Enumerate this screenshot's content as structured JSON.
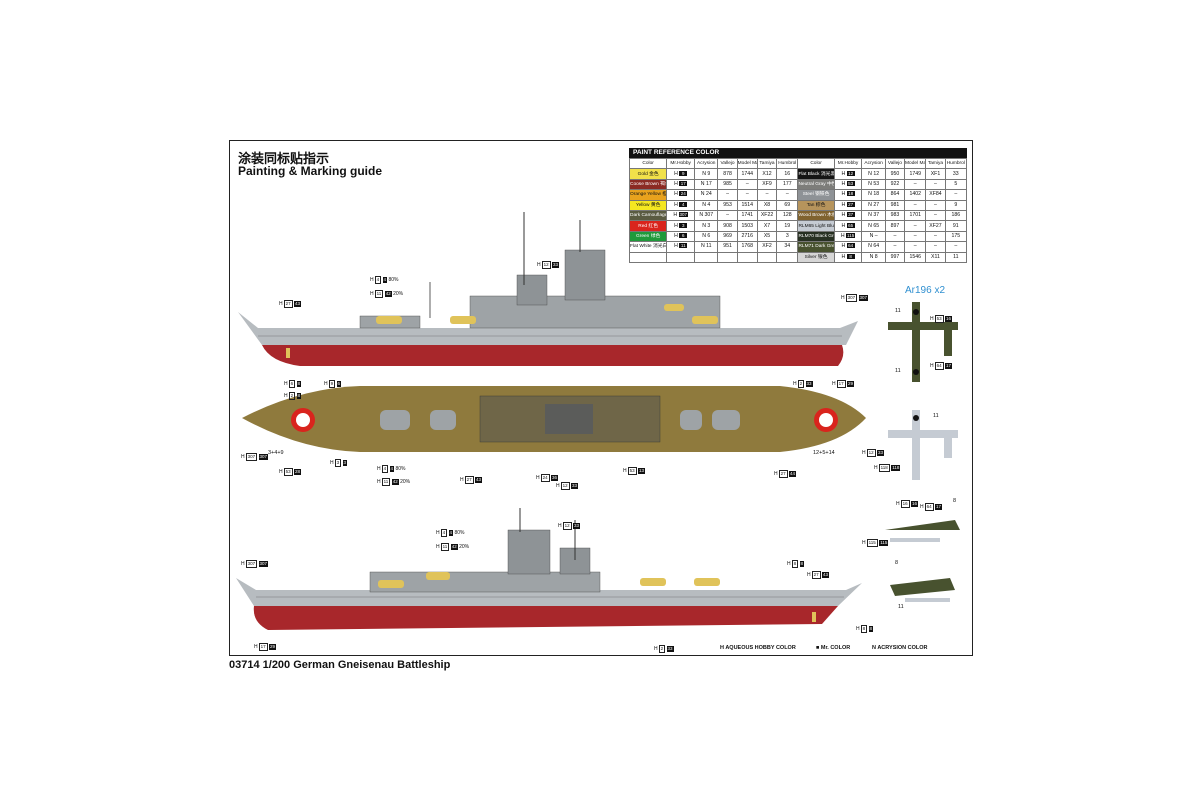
{
  "header": {
    "title_cn": "涂装同标贴指示",
    "title_en": "Painting & Marking guide"
  },
  "footer": {
    "caption": "03714 1/200 German Gneisenau Battleship"
  },
  "aircraft": {
    "label": "Ar196 x2"
  },
  "paint_table": {
    "title": "PAINT  REFERENCE COLOR",
    "columns": [
      "Color",
      "Mr.Hobby",
      "Acrysion",
      "Vallejo",
      "Model Master",
      "Tamiya",
      "Humbrol"
    ],
    "left": [
      {
        "name": "Gold",
        "cn": "金色",
        "color": "#f1e14a",
        "text": "#111",
        "h": "9",
        "n": "9",
        "vallejo": "878",
        "mm": "1744",
        "tamiya": "X12",
        "humbrol": "16"
      },
      {
        "name": "Coose Brown",
        "cn": "褐色色",
        "color": "#8b2a23",
        "text": "#fff",
        "h": "17",
        "n": "17",
        "vallejo": "985",
        "mm": "–",
        "tamiya": "XF9",
        "humbrol": "177"
      },
      {
        "name": "Orange Yellow",
        "cn": "橙黄色",
        "color": "#e8a21d",
        "text": "#111",
        "h": "24",
        "n": "24",
        "vallejo": "–",
        "mm": "–",
        "tamiya": "–",
        "humbrol": "–"
      },
      {
        "name": "Yellow",
        "cn": "黄色",
        "color": "#f4e721",
        "text": "#111",
        "h": "4",
        "n": "4",
        "vallejo": "953",
        "mm": "1514",
        "tamiya": "X8",
        "humbrol": "69"
      },
      {
        "name": "Dark Camouflage Olive Grey",
        "cn": "暗迷彩灰",
        "color": "#5a5b41",
        "text": "#fff",
        "h": "307",
        "n": "307",
        "vallejo": "–",
        "mm": "1741",
        "tamiya": "XF22",
        "humbrol": "128"
      },
      {
        "name": "Red",
        "cn": "红色",
        "color": "#d9241d",
        "text": "#fff",
        "h": "3",
        "n": "3",
        "vallejo": "908",
        "mm": "1503",
        "tamiya": "X7",
        "humbrol": "19"
      },
      {
        "name": "Green",
        "cn": "绿色",
        "color": "#1f9a3b",
        "text": "#fff",
        "h": "6",
        "n": "6",
        "vallejo": "969",
        "mm": "2716",
        "tamiya": "X5",
        "humbrol": "3"
      },
      {
        "name": "Flat White",
        "cn": "消光白",
        "color": "#ffffff",
        "text": "#111",
        "h": "11",
        "n": "11",
        "vallejo": "951",
        "mm": "1768",
        "tamiya": "XF2",
        "humbrol": "34"
      }
    ],
    "right": [
      {
        "name": "Flat Black",
        "cn": "消光黑",
        "color": "#151515",
        "text": "#fff",
        "h": "12",
        "n": "12",
        "vallejo": "950",
        "mm": "1749",
        "tamiya": "XF1",
        "humbrol": "33"
      },
      {
        "name": "Neutral Gray",
        "cn": "中性灰",
        "color": "#7d7d7a",
        "text": "#fff",
        "h": "53",
        "n": "53",
        "vallejo": "922",
        "mm": "–",
        "tamiya": "–",
        "humbrol": "5"
      },
      {
        "name": "Steel",
        "cn": "钢铁色",
        "color": "#8e9296",
        "text": "#fff",
        "h": "18",
        "n": "18",
        "vallejo": "864",
        "mm": "1402",
        "tamiya": "XF84",
        "humbrol": "–"
      },
      {
        "name": "Tan",
        "cn": "棕色",
        "color": "#b6945c",
        "text": "#111",
        "h": "27",
        "n": "27",
        "vallejo": "981",
        "mm": "–",
        "tamiya": "–",
        "humbrol": "9"
      },
      {
        "name": "Wood Brown",
        "cn": "木棕色",
        "color": "#80632f",
        "text": "#fff",
        "h": "37",
        "n": "37",
        "vallejo": "983",
        "mm": "1701",
        "tamiya": "–",
        "humbrol": "186"
      },
      {
        "name": "RLM65 Light Blue",
        "cn": "浅蓝色",
        "color": "#c5cbd3",
        "text": "#111",
        "h": "65",
        "n": "65",
        "vallejo": "897",
        "mm": "–",
        "tamiya": "XF27",
        "humbrol": "91"
      },
      {
        "name": "RLM70 Black Green",
        "cn": "黑绿色",
        "color": "#273022",
        "text": "#fff",
        "h": "115",
        "n": "–",
        "vallejo": "–",
        "mm": "–",
        "tamiya": "–",
        "humbrol": "175"
      },
      {
        "name": "RLM71 Dark Green",
        "cn": "暗绿色",
        "color": "#48522f",
        "text": "#fff",
        "h": "64",
        "n": "64",
        "vallejo": "–",
        "mm": "–",
        "tamiya": "–",
        "humbrol": "–"
      },
      {
        "name": "Silver",
        "cn": "银色",
        "color": "#d6d6d6",
        "text": "#111",
        "h": "8",
        "n": "8",
        "vallejo": "997",
        "mm": "1546",
        "tamiya": "X11",
        "humbrol": "11"
      }
    ]
  },
  "callouts": {
    "side1_mast": {
      "h": "12",
      "b": "33"
    },
    "side1_pct80": {
      "h": "4",
      "b": "4",
      "pct": "80%"
    },
    "side1_pct20": {
      "h": "11",
      "b": "42",
      "pct": "20%"
    },
    "side1_stern": {
      "h": "27",
      "b": "43"
    },
    "side1_bow": {
      "h": "307",
      "b": "307"
    },
    "side1_prop1": {
      "h": "6",
      "b": "8"
    },
    "side1_prop2": {
      "h": "9",
      "b": "6"
    },
    "side1_rudder": {
      "h": "2",
      "b": "8"
    },
    "side1_hull_r1": {
      "h": "2",
      "b": "33"
    },
    "side1_hull_r2": {
      "h": "17",
      "b": "29"
    },
    "deck_bow": {
      "h": "307",
      "b": "307"
    },
    "deck_a1": {
      "h": "53",
      "b": "28"
    },
    "deck_a2": {
      "h": "3",
      "b": "3"
    },
    "deck_pct80": {
      "h": "4",
      "b": "4",
      "pct": "80%"
    },
    "deck_pct20": {
      "h": "11",
      "b": "42",
      "pct": "20%"
    },
    "deck_c1": {
      "h": "27",
      "b": "43"
    },
    "deck_c2": {
      "h": "24",
      "b": "36"
    },
    "deck_c3": {
      "h": "12",
      "b": "33"
    },
    "deck_c4": {
      "h": "53",
      "b": "13"
    },
    "deck_c5": {
      "h": "27",
      "b": "44"
    },
    "side2_mast": {
      "h": "12",
      "b": "33"
    },
    "side2_pct80": {
      "h": "4",
      "b": "4",
      "pct": "80%"
    },
    "side2_pct20": {
      "h": "11",
      "b": "42",
      "pct": "20%"
    },
    "side2_bow": {
      "h": "307",
      "b": "307"
    },
    "side2_r1": {
      "h": "8",
      "b": "8"
    },
    "side2_r2": {
      "h": "27",
      "b": "43"
    },
    "side2_stern": {
      "h": "17",
      "b": "29"
    },
    "side2_prop": {
      "h": "8",
      "b": "8"
    },
    "side2_bottom": {
      "h": "2",
      "b": "33"
    },
    "plane1_a": {
      "h": "53",
      "b": "16"
    },
    "plane1_b": {
      "h": "64",
      "b": "17"
    },
    "plane2_a": {
      "h": "12",
      "b": "33"
    },
    "plane2_b": {
      "h": "118",
      "b": "118"
    },
    "plane3_a": {
      "h": "16",
      "b": "16"
    },
    "plane3_b": {
      "h": "64",
      "b": "17"
    },
    "plane3_c": {
      "h": "115",
      "b": "115"
    }
  },
  "labels": {
    "deck_left": "3+4+9",
    "deck_right": "12+5+14",
    "eleven": "11",
    "eight": "8"
  },
  "legend": {
    "aqueous": "AQUEOUS HOBBY COLOR",
    "mr": "Mr. COLOR",
    "acrysion": "ACRYSION COLOR",
    "h_mark": "H",
    "n_mark": "N"
  },
  "colors": {
    "hull_red": "#a8272b",
    "hull_grey": "#b7bcc0",
    "deck_wood": "#8f7a3d",
    "superstructure": "#9ea3a6",
    "turret_yellow": "#e0c35a",
    "frame": "#222222",
    "aircraft_label": "#2f8fd0"
  }
}
